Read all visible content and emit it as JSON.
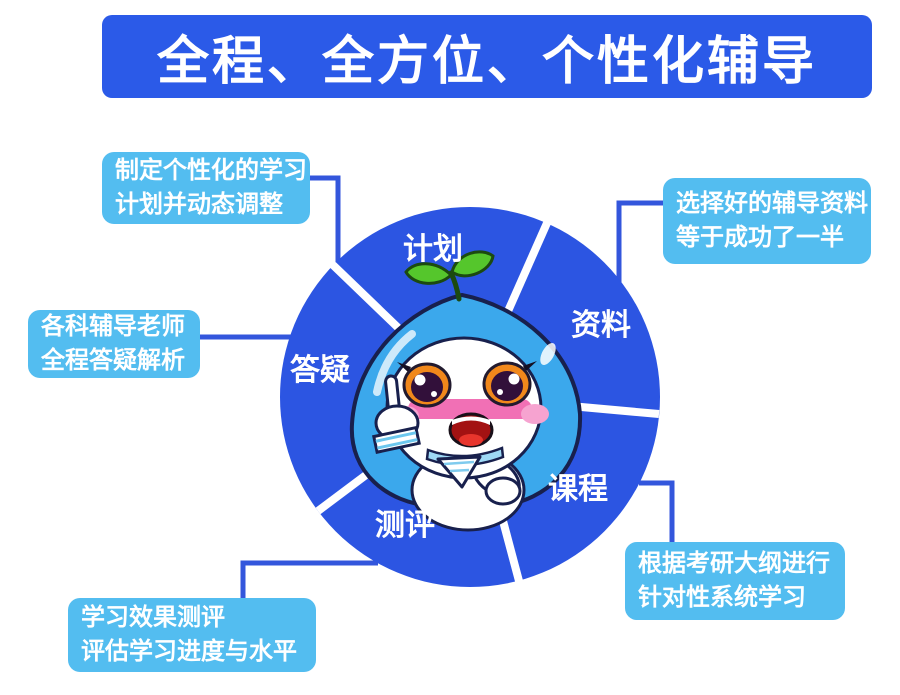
{
  "header": {
    "title": "全程、全方位、个性化辅导"
  },
  "wheel": {
    "segments": [
      {
        "label": "计划"
      },
      {
        "label": "资料"
      },
      {
        "label": "课程"
      },
      {
        "label": "测评"
      },
      {
        "label": "答疑"
      }
    ]
  },
  "callouts": [
    {
      "id": "plan",
      "lines": [
        "制定个性化的学习",
        "计划并动态调整"
      ]
    },
    {
      "id": "material",
      "lines": [
        "选择好的辅导资料",
        "等于成功了一半"
      ]
    },
    {
      "id": "qa",
      "lines": [
        "各科辅导老师",
        "全程答疑解析"
      ]
    },
    {
      "id": "assessment",
      "lines": [
        "学习效果测评",
        "评估学习进度与水平"
      ]
    },
    {
      "id": "course",
      "lines": [
        "根据考研大纲进行",
        "针对性系统学习"
      ]
    }
  ],
  "mascot": {
    "name": "sprout-mascot"
  },
  "colors": {
    "banner_blue": "#2b5ae8",
    "wheel_blue": "#2c55e2",
    "callout_blue": "#53bdf0",
    "connector_blue": "#3356dc",
    "text_white": "#ffffff",
    "hood_blue": "#3ba8ec",
    "sprout_green": "#55c62c",
    "eye_orange": "#f1881b",
    "cheek_pink": "#f6a3d0",
    "band_pink": "#f170b5",
    "mouth_red": "#a31212"
  }
}
